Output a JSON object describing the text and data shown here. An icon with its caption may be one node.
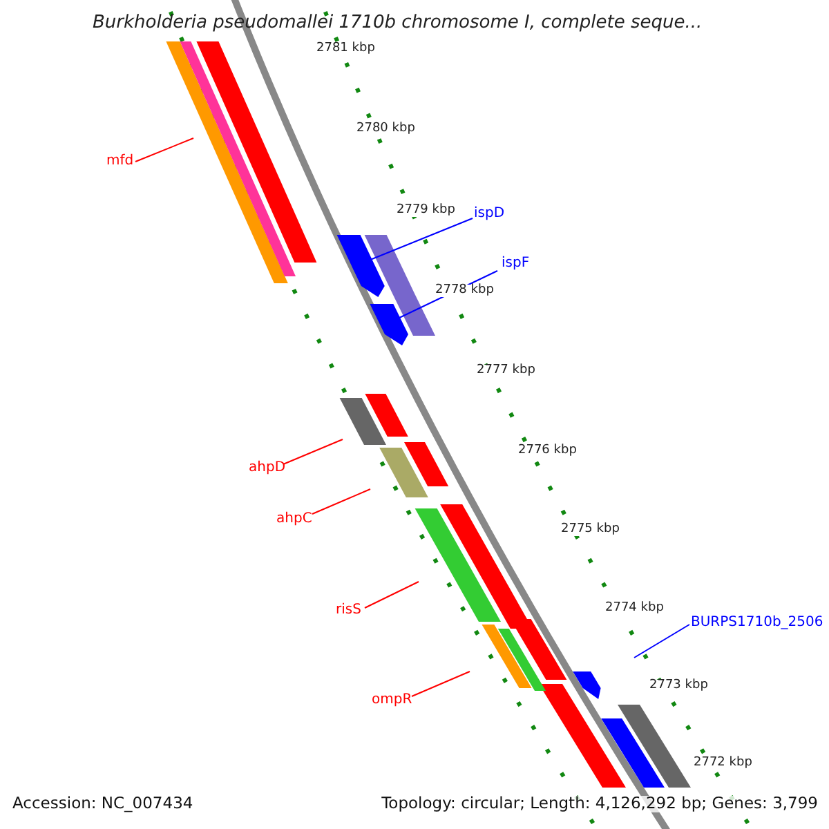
{
  "diagram": {
    "title": "Burkholderia pseudomallei 1710b chromosome I, complete seque...",
    "nodes": [
      {
        "text": [
          "mfd"
        ]
      },
      {
        "text": [],
        "shape": "bar"
      },
      {
        "text": [
          "ispD"
        ]
      },
      {
        "text": [],
        "shape": "bar"
      },
      {
        "text": [
          "ispF"
        ]
      },
      {
        "text": [],
        "shape": "bar"
      },
      {
        "text": [
          "ahpD"
        ]
      },
      {
        "text": [],
        "shape": "bar"
      },
      {
        "text": [
          "ahpC"
        ]
      },
      {
        "text": [],
        "shape": "bar"
      },
      {
        "text": [
          "risS"
        ]
      },
      {
        "text": [],
        "shape": "bar"
      },
      {
        "text": [
          "ompR"
        ]
      },
      {
        "text": [],
        "shape": "bar"
      },
      {
        "text": [
          "BURPS1710b_2506"
        ]
      },
      {
        "text": [],
        "shape": "bar"
      },
      {
        "text": [],
        "shape": "bar"
      },
      {
        "text": [],
        "shape": "bar"
      },
      {
        "text": [],
        "shape": "bar"
      },
      {
        "text": [],
        "shape": "bar"
      },
      {
        "text": [],
        "shape": "bar"
      },
      {
        "text": [],
        "shape": "bar"
      },
      {
        "text": [],
        "shape": "bar"
      },
      {
        "text": [],
        "shape": "bar"
      },
      {
        "text": [],
        "shape": "bar"
      },
      {
        "text": [],
        "shape": "bar"
      },
      {
        "text": [],
        "shape": "bar"
      },
      {
        "text": [],
        "shape": "bar"
      }
    ],
    "edges": [
      {
        "from": 0,
        "to": 1,
        "arrow": "none"
      },
      {
        "from": 2,
        "to": 3,
        "arrow": "none",
        "color": "#0000ff"
      },
      {
        "from": 4,
        "to": 5,
        "arrow": "none",
        "color": "#0000ff"
      },
      {
        "from": 6,
        "to": 7,
        "arrow": "none"
      },
      {
        "from": 8,
        "to": 9,
        "arrow": "none"
      },
      {
        "from": 10,
        "to": 11,
        "arrow": "none"
      },
      {
        "from": 12,
        "to": 13,
        "arrow": "none"
      },
      {
        "from": 14,
        "to": 15,
        "arrow": "none",
        "color": "#0000ff"
      }
    ],
    "labels": [
      "2781 kbp",
      "2780 kbp",
      "2779 kbp",
      "2778 kbp",
      "2777 kbp",
      "2776 kbp",
      "2775 kbp",
      "2774 kbp",
      "2773 kbp",
      "2772 kbp",
      "Accession: NC_007434",
      "Topology: circular; Length: 4,126,292 bp; Genes: 3,799"
    ]
  }
}
